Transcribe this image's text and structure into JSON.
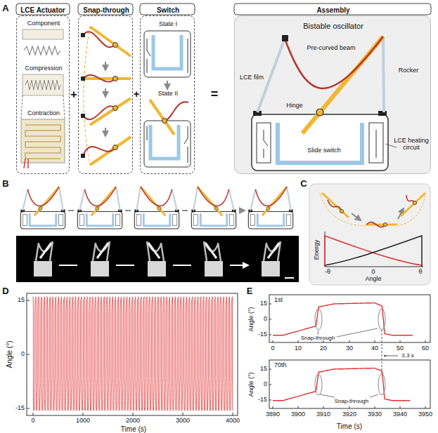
{
  "diagram": {
    "nodes": [
      {
        "text": [
          "LCE Actuator",
          "Component",
          "Compression",
          "Contraction"
        ]
      },
      {
        "text": [
          "Snap-through"
        ]
      },
      {
        "text": [
          "Switch",
          "State I",
          "State II"
        ]
      },
      {
        "text": [
          "Assembly",
          "Bistable oscillator",
          "Pre-curved beam",
          "LCE film",
          "Rocker",
          "Hinge",
          "Slide switch",
          "LCE heating circuit"
        ]
      }
    ],
    "labels": [
      "A",
      "+",
      "+",
      "=",
      "B",
      "C",
      "Energy",
      "-θ",
      "0",
      "θ",
      "Angle",
      "D",
      "Angle (°)",
      "15",
      "0",
      "-15",
      "0",
      "1000",
      "2000",
      "3000",
      "4000",
      "Time (s)",
      "E",
      "1st",
      "Snap-through",
      "Angle (°)",
      "15",
      "0",
      "-15",
      "0",
      "10",
      "20",
      "30",
      "40",
      "50",
      "60",
      "70th",
      "Snap-through",
      "3.3 s",
      "Angle (°)",
      "15",
      "0",
      "-15",
      "3890",
      "3900",
      "3910",
      "3920",
      "3930",
      "3940",
      "3950",
      "Time (s)"
    ]
  }
}
